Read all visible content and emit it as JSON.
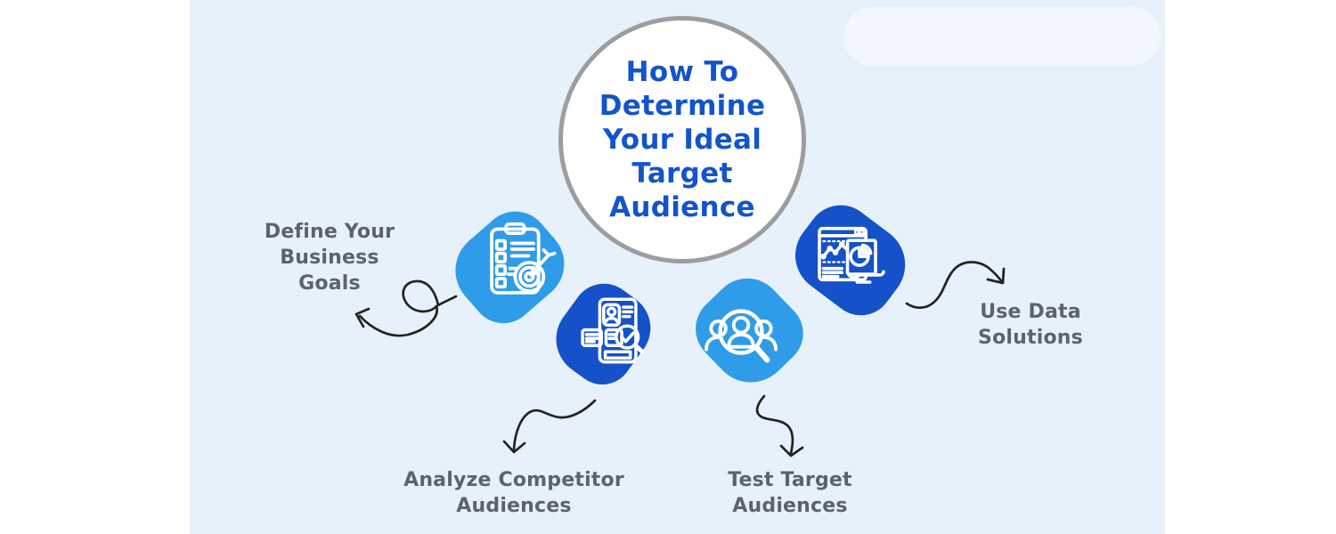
{
  "infographic": {
    "title": "How To\nDetermine\nYour Ideal\nTarget\nAudience"
  },
  "steps": [
    {
      "label": "Define Your\nBusiness\nGoals",
      "icon": "checklist-target-icon",
      "blob_color": "#2f9ce9"
    },
    {
      "label": "Analyze Competitor\nAudiences",
      "icon": "profile-search-icon",
      "blob_color": "#1551c8"
    },
    {
      "label": "Test Target\nAudiences",
      "icon": "audience-magnifier-icon",
      "blob_color": "#2f9ce9"
    },
    {
      "label": "Use Data\nSolutions",
      "icon": "data-analytics-icon",
      "blob_color": "#1551c8"
    }
  ],
  "colors": {
    "background_outer": "#ffffff",
    "background_panel": "#e7f1fb",
    "highlight_strip": "rgba(255,255,255,0.45)",
    "light_blue_blob": "#2f9ce9",
    "dark_blue_blob": "#1551c8",
    "title_blue": "#1254cb",
    "label_gray": "#5c636b",
    "arrow_black": "#23231f",
    "circle_border": "#9d9d9d",
    "icon_stroke": "#ffffff"
  }
}
